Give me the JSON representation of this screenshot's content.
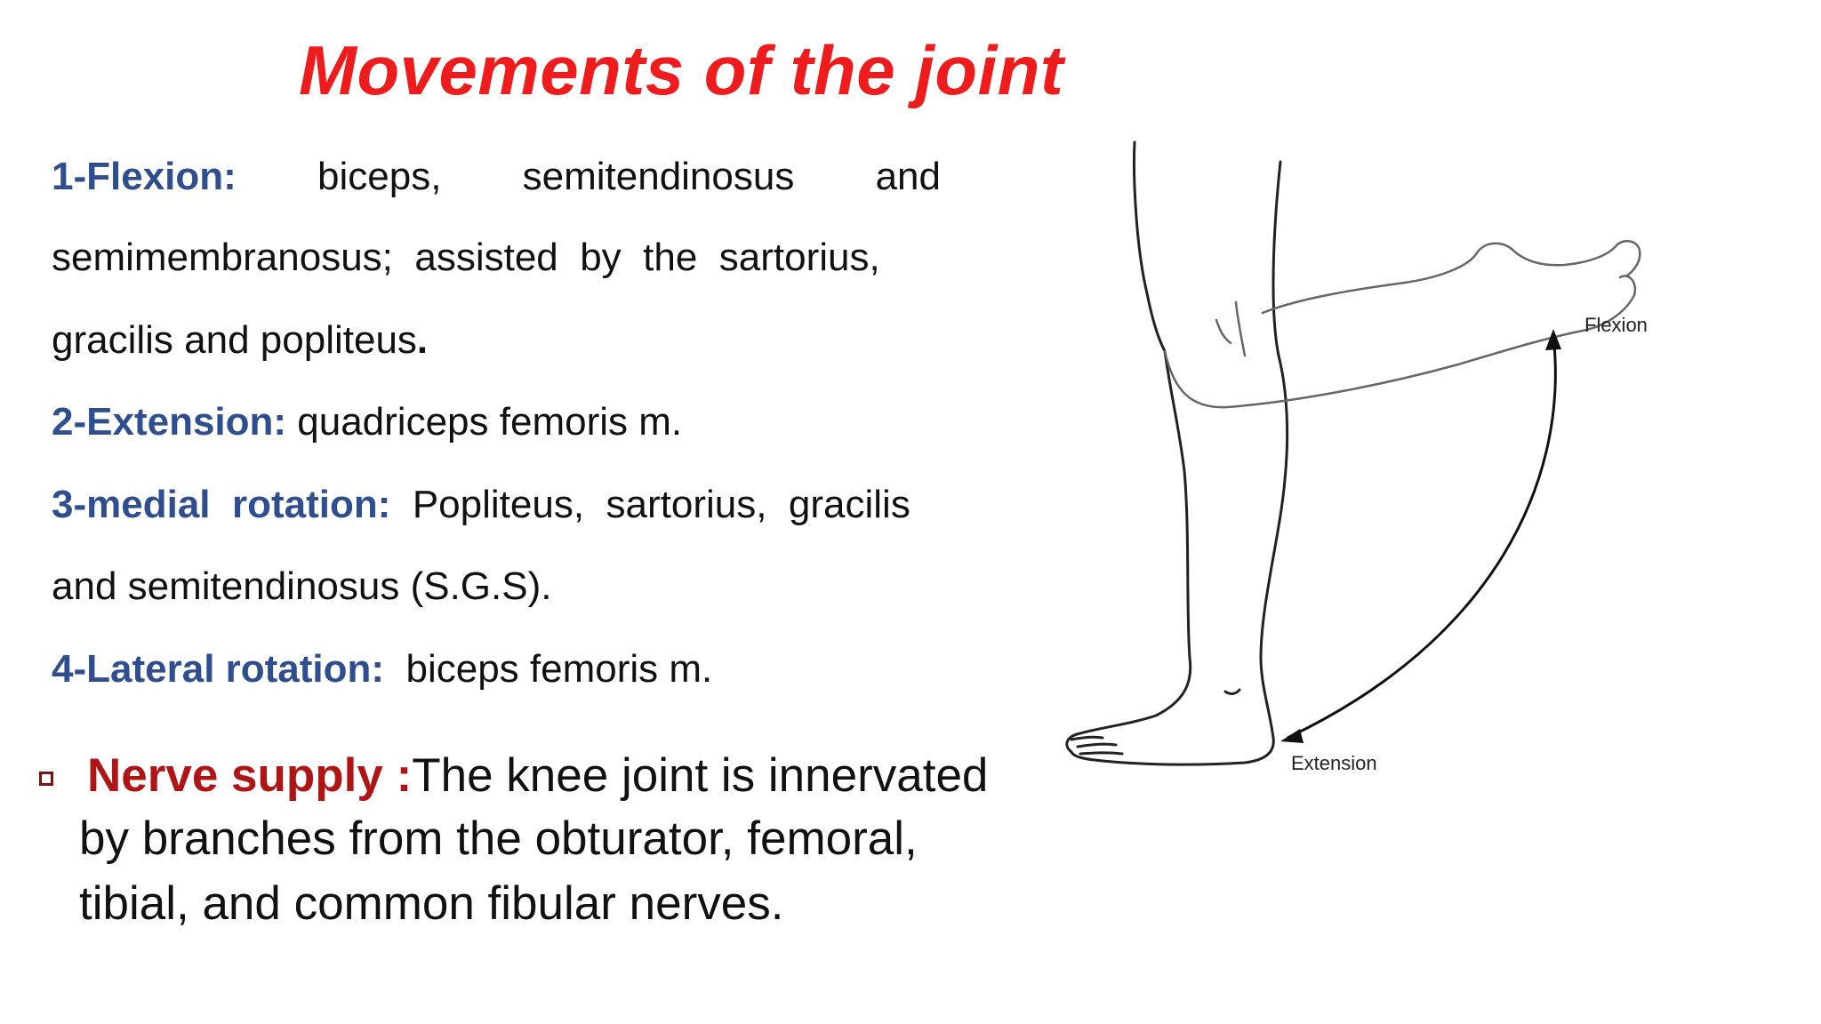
{
  "slide": {
    "title": "Movements of the joint",
    "movements": [
      {
        "label": "1-Flexion:",
        "line1_words": [
          "biceps,",
          "semitendinosus",
          "and"
        ],
        "line2": "semimembranosus;  assisted  by  the  sartorius,",
        "line3": "gracilis and popliteus",
        "line3_end": "."
      },
      {
        "label": "2-Extension:",
        "text": " quadriceps femoris m."
      },
      {
        "label": "3-medial  rotation:",
        "text": "  Popliteus,  sartorius,  gracilis",
        "line2": "and semitendinosus (S.G.S)."
      },
      {
        "label": "4-Lateral rotation:",
        "text": "  biceps femoris m."
      }
    ],
    "nerve": {
      "label": "Nerve supply :",
      "text_line1": "The knee joint is innervated",
      "text_line2": "by branches from the obturator, femoral,",
      "text_line3": "tibial, and common fibular nerves."
    },
    "figure": {
      "flexion_label": "Flexion",
      "extension_label": "Extension"
    }
  }
}
